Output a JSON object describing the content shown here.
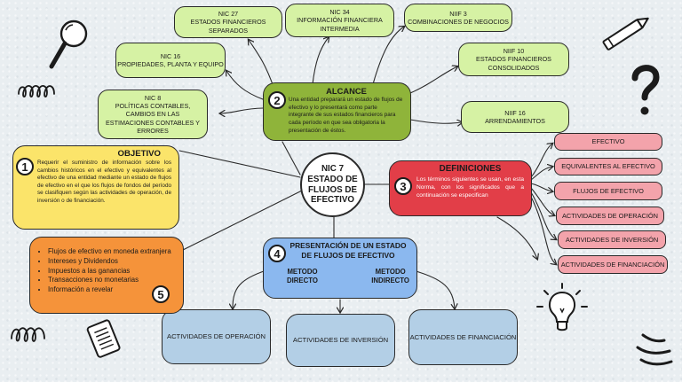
{
  "center": {
    "title": "NIC 7\nESTADO DE FLUJOS DE EFECTIVO"
  },
  "alcance": {
    "number": "2",
    "title": "ALCANCE",
    "text": "Una entidad preparará un estado de flujos de efectivo y lo presentará como parte integrante de sus estados financieros para cada período en que sea obligatoria la presentación de éstos."
  },
  "objetivo": {
    "number": "1",
    "title": "OBJETIVO",
    "text": "Requerir el suministro de información sobre los cambios históricos en el efectivo y equivalentes al efectivo de una entidad mediante un estado de flujos de efectivo en el que los flujos de fondos del período se clasifiquen según las actividades de operación, de inversión o de financiación."
  },
  "definiciones": {
    "number": "3",
    "title": "DEFINICIONES",
    "text": "Los términos siguientes se usan, en esta Norma, con los significados que a continuación se especifican",
    "items": [
      "EFECTIVO",
      "EQUIVALENTES AL EFECTIVO",
      "FLUJOS DE EFECTIVO",
      "ACTIVIDADES DE OPERACIÓN",
      "ACTIVIDADES DE INVERSIÓN",
      "ACTIVIDADES DE FINANCIACIÓN"
    ]
  },
  "presentacion": {
    "number": "4",
    "title": "PRESENTACIÓN DE UN ESTADO DE FLUJOS DE EFECTIVO",
    "metodo_directo": "METODO\nDIRECTO",
    "metodo_indirecto": "METODO\nINDIRECTO",
    "activities": [
      "ACTIVIDADES DE OPERACIÓN",
      "ACTIVIDADES DE INVERSIÓN",
      "ACTIVIDADES DE FINANCIACIÓN"
    ]
  },
  "otros": {
    "number": "5",
    "items": [
      "Flujos de efectivo en moneda extranjera",
      "Intereses y Dividendos",
      "Impuestos a las ganancias",
      "Transacciones no monetarias",
      "Información a revelar"
    ]
  },
  "related": {
    "nic27": {
      "code": "NIC 27",
      "name": "ESTADOS FINANCIEROS SEPARADOS"
    },
    "nic34": {
      "code": "NIC 34",
      "name": "INFORMACIÓN FINANCIERA INTERMEDIA"
    },
    "niif3": {
      "code": "NIIF 3",
      "name": "COMBINACIONES DE NEGOCIOS"
    },
    "nic16": {
      "code": "NIC 16",
      "name": "PROPIEDADES, PLANTA Y EQUIPO"
    },
    "niif10": {
      "code": "NIIF 10",
      "name": "ESTADOS FINANCIEROS CONSOLIDADOS"
    },
    "nic8": {
      "code": "NIC 8",
      "name": "POLÍTICAS CONTABLES, CAMBIOS EN LAS ESTIMACIONES CONTABLES Y ERRORES"
    },
    "niif16": {
      "code": "NIIF 16",
      "name": "ARRENDAMIENTOS"
    }
  },
  "colors": {
    "green": "#d6f2a4",
    "olive": "#8fb43a",
    "yellow": "#fbe46a",
    "red": "#e23e48",
    "pink": "#f3a3ab",
    "blue": "#8bb8ef",
    "light_blue": "#b3cfe6",
    "orange": "#f5933a",
    "teal": "#bde9cf"
  },
  "decorations": [
    "magnifier-icon",
    "pencil-icon",
    "question-mark-icon",
    "spring-doodle-icon",
    "notebook-icon",
    "lightbulb-icon"
  ]
}
